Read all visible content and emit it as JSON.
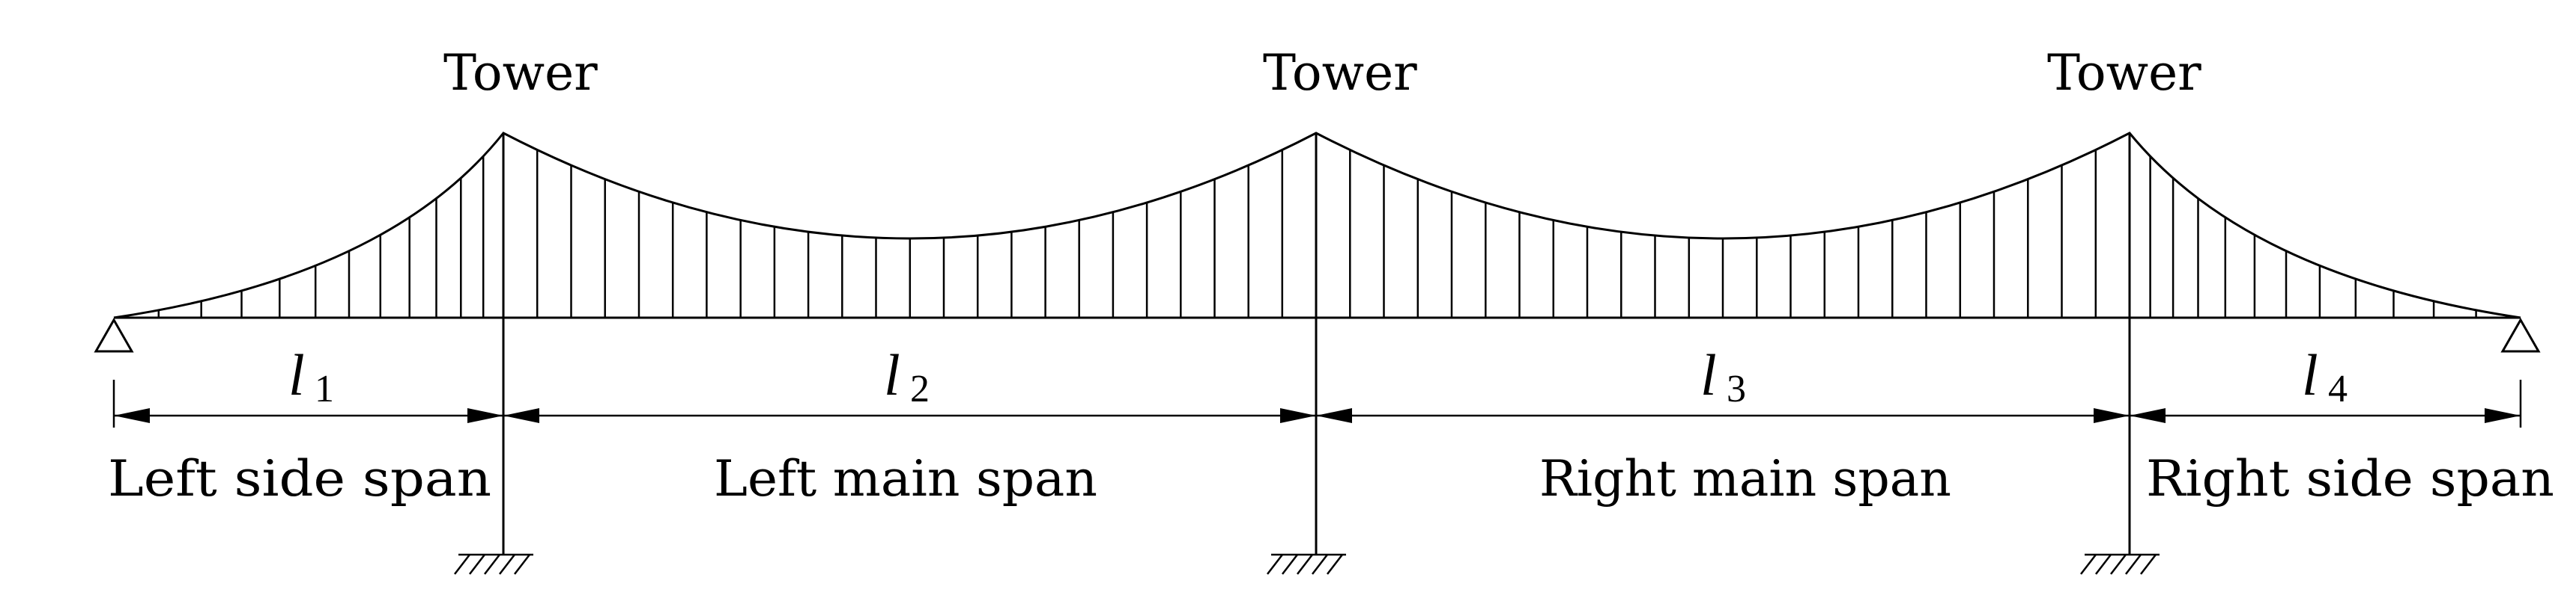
{
  "towers": [
    {
      "label": "Tower"
    },
    {
      "label": "Tower"
    },
    {
      "label": "Tower"
    }
  ],
  "spans": [
    {
      "symbol": "l",
      "subscript": "1",
      "label": "Left side span"
    },
    {
      "symbol": "l",
      "subscript": "2",
      "label": "Left main span"
    },
    {
      "symbol": "l",
      "subscript": "3",
      "label": "Right main span"
    },
    {
      "symbol": "l",
      "subscript": "4",
      "label": "Right side span"
    }
  ]
}
